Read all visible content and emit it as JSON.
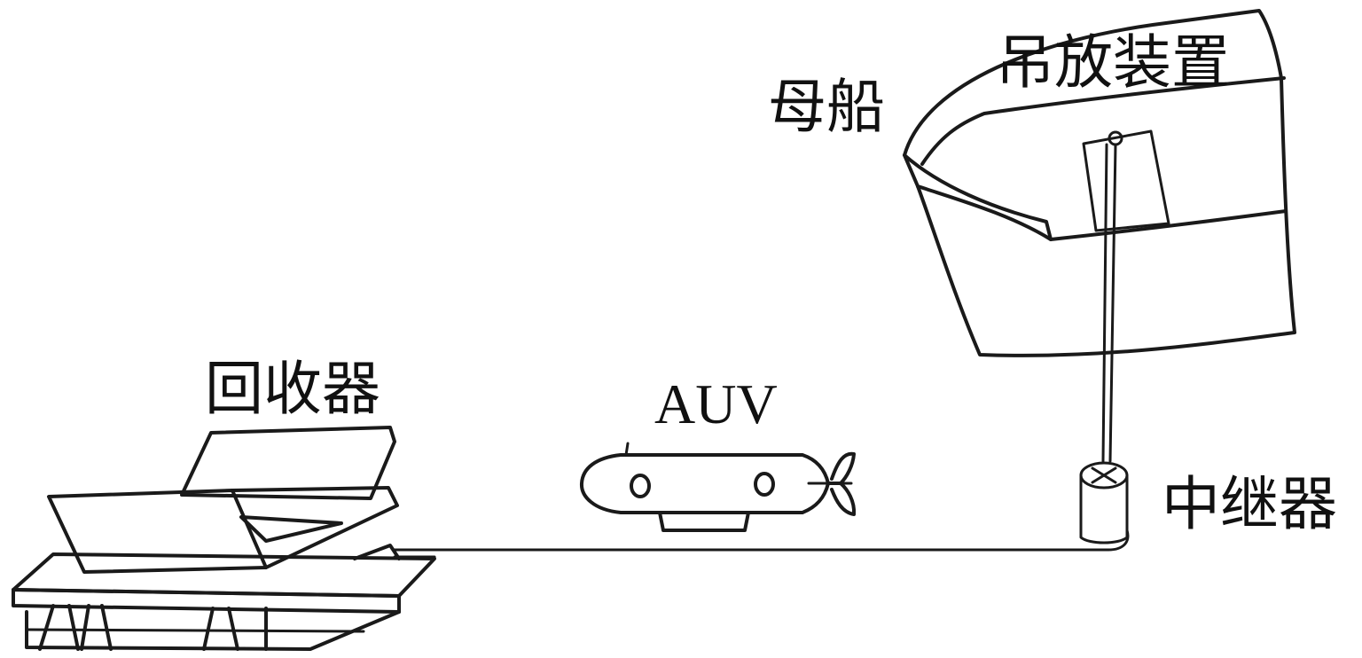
{
  "labels": {
    "mother_ship": "母船",
    "launch_recovery_device": "吊放装置",
    "recovery_device": "回收器",
    "auv": "AUV",
    "relay": "中继器"
  }
}
